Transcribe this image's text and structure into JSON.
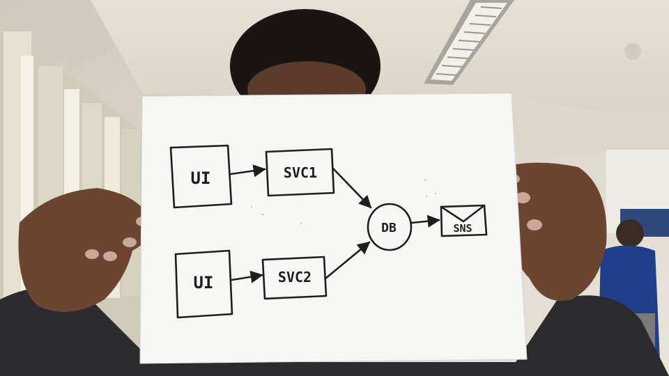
{
  "photo": {
    "subject": "person holding hand-drawn architecture sketch",
    "colors": {
      "wall": "#dcd6cc",
      "ceiling": "#e8e3da",
      "paper": "#f7f7f5",
      "ink": "#1e1e1e",
      "skin": "#6b4530",
      "shirt": "#2b2b2d",
      "blinds": "#d8d4c2"
    }
  },
  "sketch": {
    "nodes": [
      {
        "id": "ui_top",
        "label": "UI"
      },
      {
        "id": "svc1",
        "label": "SVC1"
      },
      {
        "id": "ui_bottom",
        "label": "UI"
      },
      {
        "id": "svc2",
        "label": "SVC2"
      },
      {
        "id": "db",
        "label": "DB"
      },
      {
        "id": "sns",
        "label": "SNS"
      }
    ],
    "edges": [
      {
        "from": "ui_top",
        "to": "svc1"
      },
      {
        "from": "ui_bottom",
        "to": "svc2"
      },
      {
        "from": "svc1",
        "to": "db"
      },
      {
        "from": "svc2",
        "to": "db"
      },
      {
        "from": "db",
        "to": "sns"
      }
    ]
  }
}
